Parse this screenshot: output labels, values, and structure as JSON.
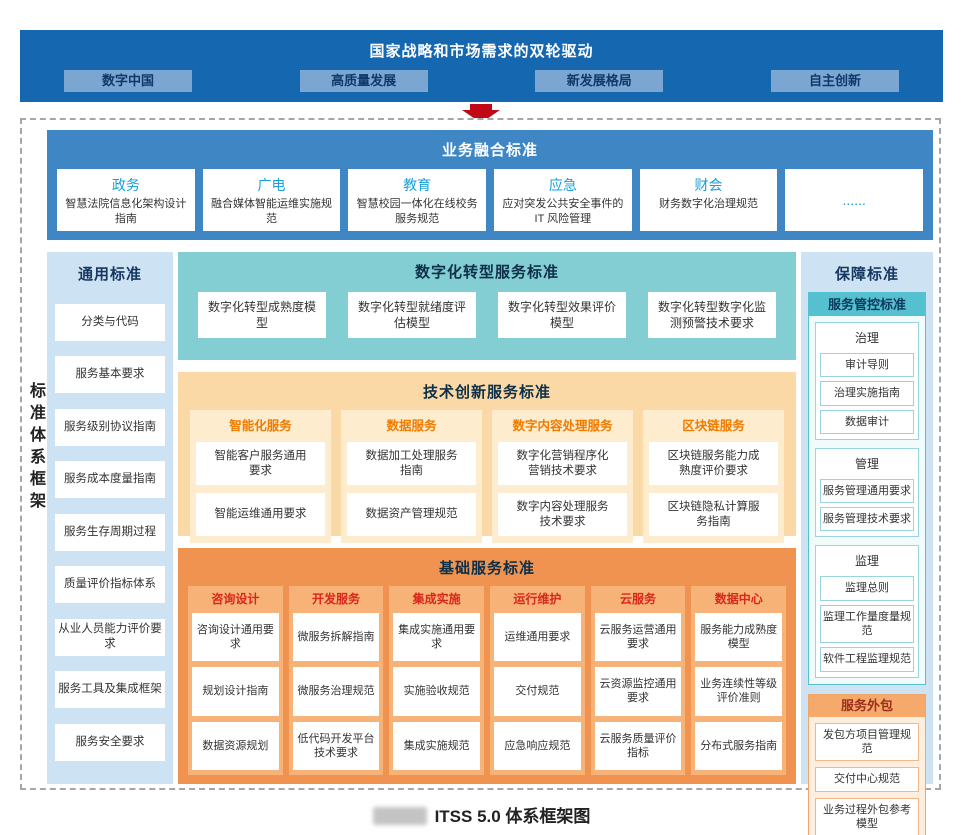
{
  "banner": {
    "title": "国家战略和市场需求的双轮驱动",
    "buttons": [
      "数字中国",
      "高质量发展",
      "新发展格局",
      "自主创新"
    ]
  },
  "frame_label": "标准体系框架",
  "business_fusion": {
    "title": "业务融合标准",
    "cards": [
      {
        "title": "政务",
        "body": "智慧法院信息化架构设计指南"
      },
      {
        "title": "广电",
        "body": "融合媒体智能运维实施规范"
      },
      {
        "title": "教育",
        "body": "智慧校园一体化在线校务服务规范"
      },
      {
        "title": "应急",
        "body": "应对突发公共安全事件的 IT 风险管理"
      },
      {
        "title": "财会",
        "body": "财务数字化治理规范"
      },
      {
        "title": "......",
        "body": ""
      }
    ]
  },
  "general_standards": {
    "title": "通用标准",
    "items": [
      "分类与代码",
      "服务基本要求",
      "服务级别协议指南",
      "服务成本度量指南",
      "服务生存周期过程",
      "质量评价指标体系",
      "从业人员能力评价要求",
      "服务工具及集成框架",
      "服务安全要求"
    ]
  },
  "digital_transformation": {
    "title": "数字化转型服务标准",
    "items": [
      "数字化转型成熟度模型",
      "数字化转型就绪度评估模型",
      "数字化转型效果评价模型",
      "数字化转型数字化监测预警技术要求"
    ]
  },
  "tech_innovation": {
    "title": "技术创新服务标准",
    "columns": [
      {
        "header": "智能化服务",
        "items": [
          "智能客户服务通用要求",
          "智能运维通用要求"
        ]
      },
      {
        "header": "数据服务",
        "items": [
          "数据加工处理服务指南",
          "数据资产管理规范"
        ]
      },
      {
        "header": "数字内容处理服务",
        "items": [
          "数字化营销程序化营销技术要求",
          "数字内容处理服务技术要求"
        ]
      },
      {
        "header": "区块链服务",
        "items": [
          "区块链服务能力成熟度评价要求",
          "区块链隐私计算服务指南"
        ]
      }
    ]
  },
  "basic_services": {
    "title": "基础服务标准",
    "columns": [
      {
        "header": "咨询设计",
        "items": [
          "咨询设计通用要求",
          "规划设计指南",
          "数据资源规划"
        ]
      },
      {
        "header": "开发服务",
        "items": [
          "微服务拆解指南",
          "微服务治理规范",
          "低代码开发平台技术要求"
        ]
      },
      {
        "header": "集成实施",
        "items": [
          "集成实施通用要求",
          "实施验收规范",
          "集成实施规范"
        ]
      },
      {
        "header": "运行维护",
        "items": [
          "运维通用要求",
          "交付规范",
          "应急响应规范"
        ]
      },
      {
        "header": "云服务",
        "items": [
          "云服务运营通用要求",
          "云资源监控通用要求",
          "云服务质量评价指标"
        ]
      },
      {
        "header": "数据中心",
        "items": [
          "服务能力成熟度模型",
          "业务连续性等级评价准则",
          "分布式服务指南"
        ]
      }
    ]
  },
  "guarantee_standards": {
    "title": "保障标准",
    "service_control": {
      "title": "服务管控标准",
      "groups": [
        {
          "label": "治理",
          "items": [
            "审计导则",
            "治理实施指南",
            "数据审计"
          ]
        },
        {
          "label": "管理",
          "items": [
            "服务管理通用要求",
            "服务管理技术要求"
          ]
        },
        {
          "label": "监理",
          "items": [
            "监理总则",
            "监理工作量度量规范",
            "软件工程监理规范"
          ]
        }
      ]
    },
    "service_outsourcing": {
      "title": "服务外包",
      "items": [
        "发包方项目管理规范",
        "交付中心规范",
        "业务过程外包参考模型"
      ]
    }
  },
  "caption": "ITSS 5.0 体系框架图",
  "colors": {
    "banner_blue": "#1568b0",
    "banner_chip_blue": "#7ba6d2",
    "arrow_red": "#c00914",
    "fusion_blue": "#3f86c4",
    "fusion_card_title_teal": "#1a9fd9",
    "panel_light_blue": "#cde2f3",
    "digital_teal": "#82ced2",
    "innovation_peach": "#fbd9a7",
    "innovation_header_orange": "#f07b00",
    "basic_orange": "#f19350",
    "basic_header_red": "#d8271b",
    "control_teal": "#54c0d0",
    "outsourcing_orange": "#f5a96a"
  }
}
